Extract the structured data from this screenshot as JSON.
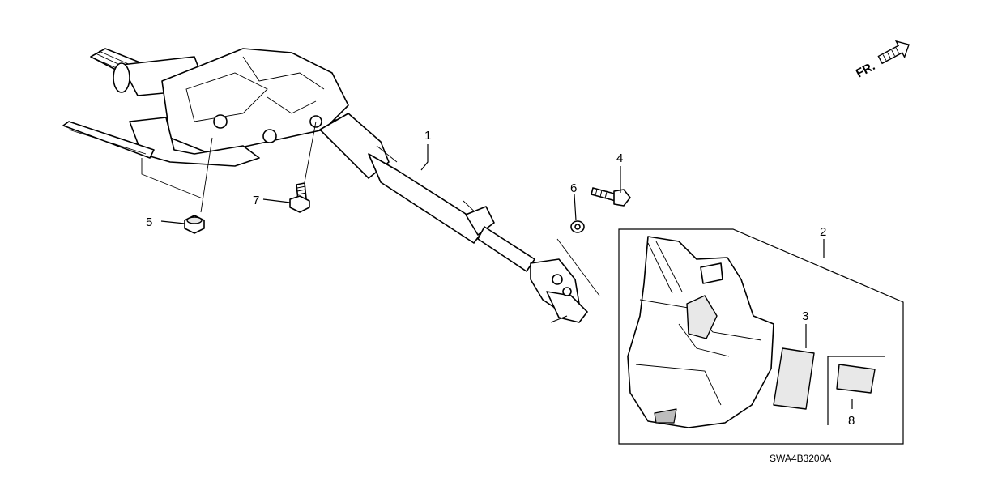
{
  "diagram": {
    "code": "SWA4B3200A",
    "front_marker": "FR.",
    "callouts": [
      {
        "id": "1",
        "label": "1"
      },
      {
        "id": "2",
        "label": "2"
      },
      {
        "id": "3",
        "label": "3"
      },
      {
        "id": "4",
        "label": "4"
      },
      {
        "id": "5",
        "label": "5"
      },
      {
        "id": "6",
        "label": "6"
      },
      {
        "id": "7",
        "label": "7"
      },
      {
        "id": "8",
        "label": "8"
      }
    ]
  }
}
